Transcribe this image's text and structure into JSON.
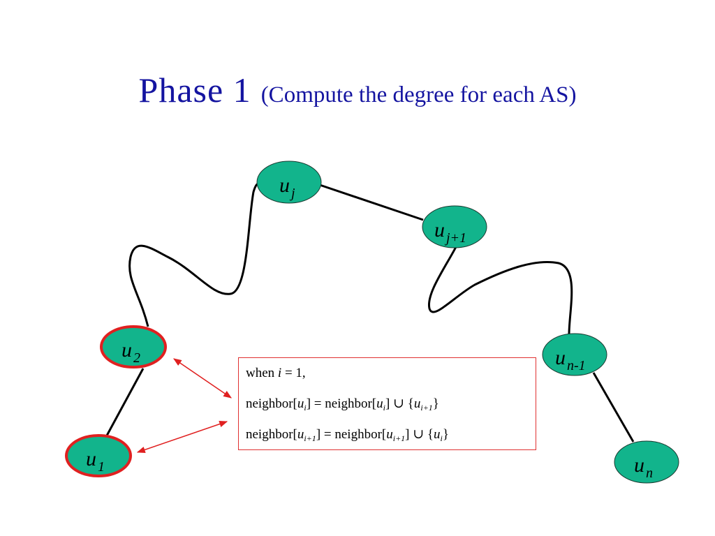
{
  "title": {
    "main": "Phase 1",
    "subtitle": "(Compute the degree for each AS)"
  },
  "colors": {
    "title": "#1414a0",
    "node_fill": "#12b48c",
    "node_stroke_default": "#1a3a30",
    "node_stroke_highlight": "#e02020",
    "edge": "#000000",
    "arrow": "#e02020",
    "box_border": "#e03030"
  },
  "nodes": [
    {
      "id": "u_j",
      "base": "u",
      "sub": "j",
      "highlight": false
    },
    {
      "id": "u_j1",
      "base": "u",
      "sub": "j+1",
      "highlight": false
    },
    {
      "id": "u_2",
      "base": "u",
      "sub": "2",
      "highlight": true
    },
    {
      "id": "u_1",
      "base": "u",
      "sub": "1",
      "highlight": true
    },
    {
      "id": "u_n1",
      "base": "u",
      "sub": "n-1",
      "highlight": false
    },
    {
      "id": "u_n",
      "base": "u",
      "sub": "n",
      "highlight": false
    }
  ],
  "formula": {
    "line1": {
      "a": "when ",
      "var": "i",
      "b": " = 1,"
    },
    "line2": {
      "a": "neighbor[",
      "v1": "u",
      "s1": "i",
      "b": "] = neighbor[",
      "v2": "u",
      "s2": "i",
      "c": "] ∪ {",
      "v3": "u",
      "s3": "i+1",
      "d": "}"
    },
    "line3": {
      "a": "neighbor[",
      "v1": "u",
      "s1": "i+1",
      "b": "] = neighbor[",
      "v2": "u",
      "s2": "i+1",
      "c": "] ∪ {",
      "v3": "u",
      "s3": "i",
      "d": "}"
    }
  }
}
